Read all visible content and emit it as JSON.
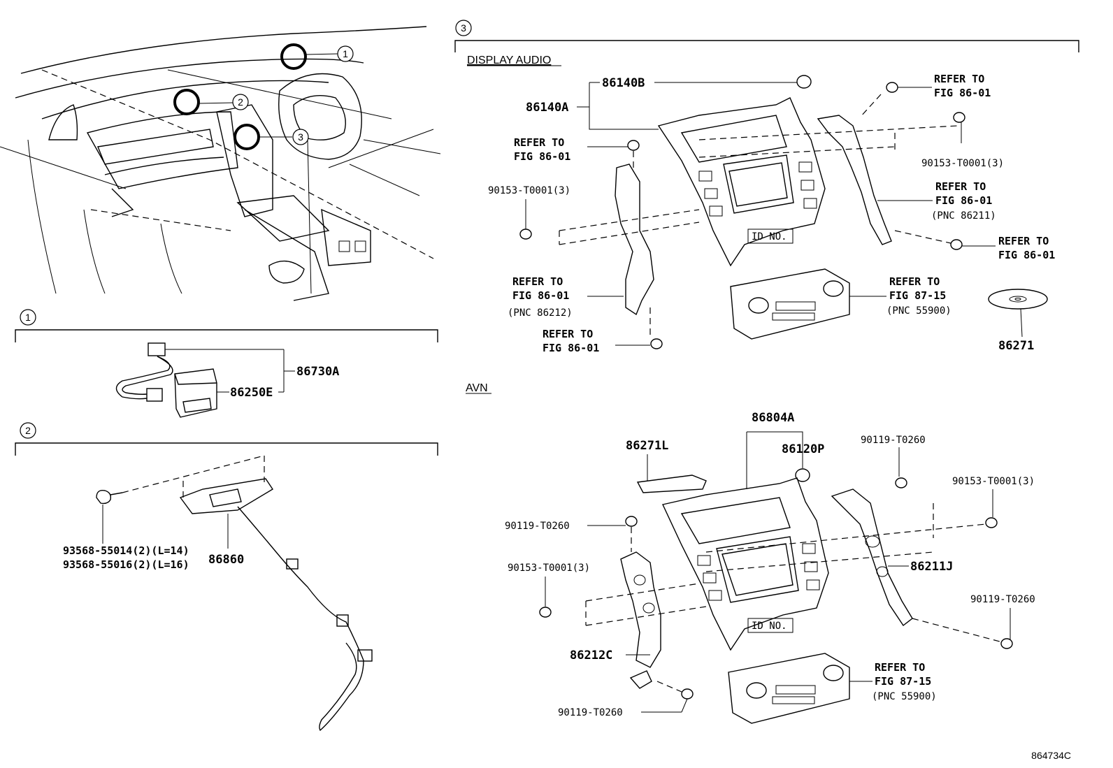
{
  "callouts": [
    "1",
    "2",
    "3"
  ],
  "sections": {
    "s1": {
      "number": "1",
      "parts": [
        "86730A",
        "86250E"
      ]
    },
    "s2": {
      "number": "2",
      "parts": [
        "93568-55014(2)(L=14)",
        "93568-55016(2)(L=16)",
        "86860"
      ]
    },
    "s3": {
      "number": "3",
      "display_audio": {
        "heading": "DISPLAY AUDIO",
        "parts": [
          "86140B",
          "86140A",
          "90153-T0001(3)",
          "90153-T0001(3)",
          "86271"
        ],
        "id_label": "ID NO.",
        "refs": [
          {
            "l1": "REFER TO",
            "l2": "FIG 86-01",
            "l3": ""
          },
          {
            "l1": "REFER TO",
            "l2": "FIG 86-01",
            "l3": ""
          },
          {
            "l1": "REFER TO",
            "l2": "FIG 86-01",
            "l3": "(PNC 86211)"
          },
          {
            "l1": "REFER TO",
            "l2": "FIG 86-01",
            "l3": ""
          },
          {
            "l1": "REFER TO",
            "l2": "FIG 86-01",
            "l3": "(PNC 86212)"
          },
          {
            "l1": "REFER TO",
            "l2": "FIG 87-15",
            "l3": "(PNC 55900)"
          },
          {
            "l1": "REFER TO",
            "l2": "FIG 86-01",
            "l3": ""
          }
        ]
      },
      "avn": {
        "heading": "AVN",
        "parts": [
          "86804A",
          "86271L",
          "86120P",
          "90119-T0260",
          "90153-T0001(3)",
          "90119-T0260",
          "90153-T0001(3)",
          "86211J",
          "90119-T0260",
          "86212C",
          "90119-T0260"
        ],
        "id_label": "ID NO.",
        "refs": [
          {
            "l1": "REFER TO",
            "l2": "FIG 87-15",
            "l3": "(PNC 55900)"
          }
        ]
      }
    }
  },
  "figure_code": "864734C"
}
